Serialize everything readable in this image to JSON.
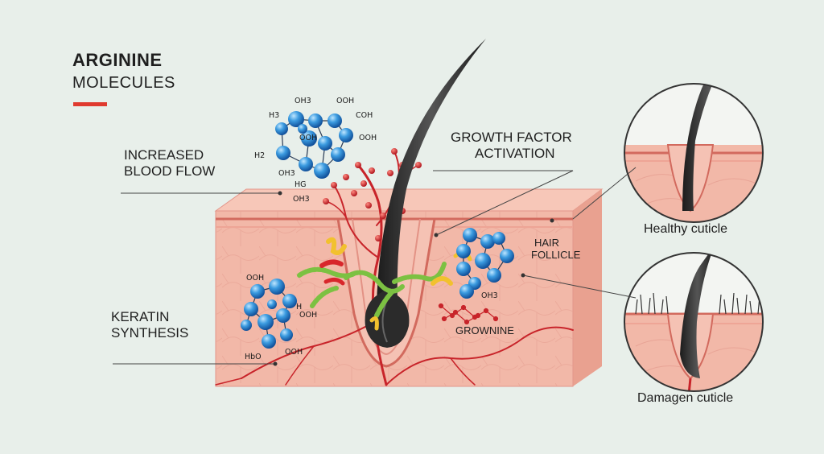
{
  "title": {
    "line1": "ARGININE",
    "line2": "MOLECULES"
  },
  "labels": {
    "blood_flow": [
      "INCREASED",
      "BLOOD FLOW"
    ],
    "growth_factor": [
      "GROWTH FACTOR",
      "ACTIVATION"
    ],
    "hair_follicle": [
      "HAIR",
      "FOLLICLE"
    ],
    "keratin": [
      "KERATIN",
      "SYNTHESIS"
    ],
    "grownine": "GROWNINE",
    "healthy": "Healthy cuticle",
    "damaged": "Damagen cuticle"
  },
  "chem_top": [
    "OH3",
    "OOH",
    "H3",
    "COH",
    "OOH",
    "OOH",
    "H2",
    "OH3",
    "HG",
    "OH3"
  ],
  "chem_left": [
    "OOH",
    "H",
    "OOH",
    "HbO",
    "OOH"
  ],
  "chem_right": [
    "OH3"
  ],
  "colors": {
    "accent": "#e03a2f",
    "skin": "#f2b8a8",
    "skin_dark": "#e3968a",
    "vessel": "#c8242a",
    "molecule": "#2a8fd6",
    "hair": "#2e2e2e",
    "protein_green": "#7cc142",
    "protein_yellow": "#f2c12e"
  }
}
